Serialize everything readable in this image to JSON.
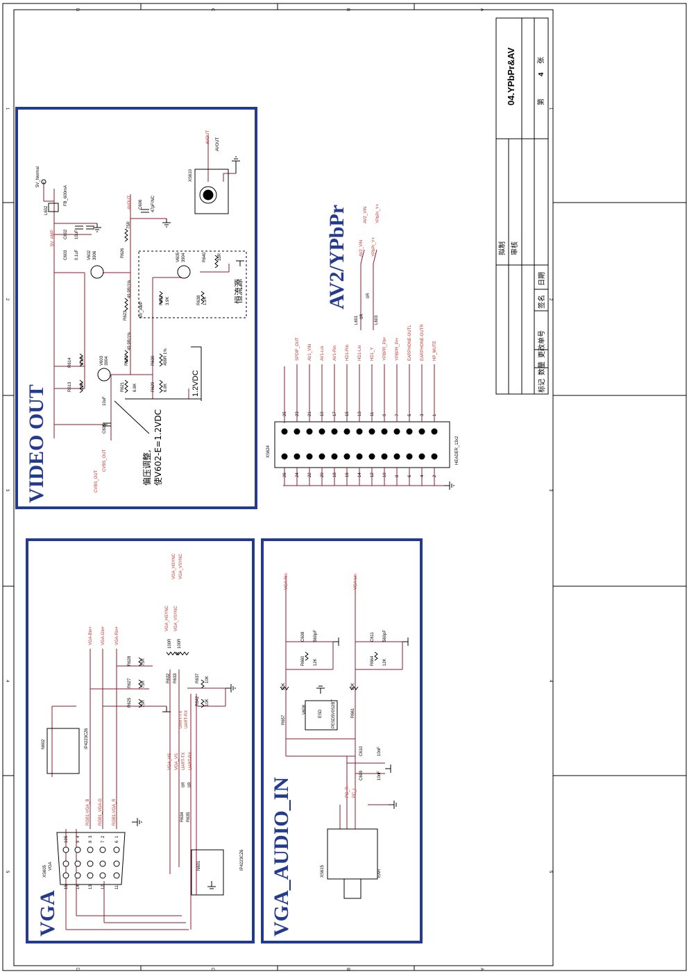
{
  "zones": {
    "rows": [
      "D",
      "C",
      "B",
      "A"
    ],
    "cols": [
      "1",
      "2",
      "3",
      "4",
      "5"
    ]
  },
  "sections": {
    "video_out": "VIDEO OUT",
    "av_ypbpr": "AV2/YPbPr",
    "vga": "VGA",
    "vga_audio_in": "VGA_AUDIO_IN"
  },
  "title_block": {
    "drawing_title": "04.YPbPr&AV",
    "sheet_no_prefix": "第",
    "sheet_no": "4",
    "sheet_no_suffix": "张",
    "row_labels": [
      "标记",
      "数量",
      "更改单号",
      "签名",
      "日期"
    ],
    "draft": "拟制",
    "review": "审核"
  },
  "video_out": {
    "supply": "5V_Normal",
    "l602": "L602",
    "l602_val": "FB_600mA",
    "amp_net": "5V_AMP",
    "c603": "C603",
    "c603_val": "0.1uF",
    "c602": "C602",
    "c602_val": "10uF",
    "v602": "V602",
    "v602_type": "3906",
    "r626": "R626",
    "r626_val": "75R",
    "avout_net": "AVOUT",
    "c606": "C606",
    "c606_val": "47pF/NC",
    "xs610": "XS610",
    "xs610_net": "AVOUT",
    "v605": "V605",
    "v605_type": "3904",
    "r640": "R640",
    "r640_val": "33R",
    "r631": "R631",
    "r631_val": "3.9K",
    "r638": "R638",
    "r638_val": "1.2K",
    "amp_net2": "5V_AMP",
    "const_current": "恒流源",
    "r623": "R623",
    "r623_val": "49.9R/1%",
    "r622": "R622",
    "r622_val": "49.9R/1%",
    "r614": "R614",
    "r614_val": "5.1K",
    "r613": "R613",
    "r613_val": "22K",
    "v603": "V603",
    "v603_type": "3904",
    "r621": "R621",
    "r621_val": "6.8K",
    "r630": "R630",
    "r630_val": "499R 1%",
    "r629": "R629",
    "r629_val": "6.8K",
    "c605": "C605",
    "c605_val": "10uF",
    "cvbs_net": "CVBS_OUT",
    "cvbs_port": "CVBS_OUT",
    "note_1_2vdc": "1.2VDC",
    "note_line1": "偏压调整,",
    "note_line2": "使V602-E=1.2VDC"
  },
  "header": {
    "ref": "XS624",
    "part": "HEADER_13x2",
    "odd_nets": [
      "HP_MUTE",
      "EARPHONE-OUTR",
      "EARPHONE-OUTL",
      "YPBPR_Pr+",
      "YPBPR_Pb+",
      "HD1_Y",
      "HD1-Lin",
      "HD1-Rin",
      "AV1-Rin",
      "AV1-Lin",
      "AV1_VIN",
      "SPDIF_OUT",
      ""
    ],
    "l601": "L601",
    "l601_val": "0R",
    "l603": "L603",
    "l603_val": "0R",
    "out_av2": "AV2_VIN",
    "out_ypbpr": "YPbPr_Y+",
    "in_av2": "AV2_VIN",
    "in_ypbpr": "YPbPr_Y+"
  },
  "vga": {
    "xs605": "XS605",
    "xs605_type": "VGA",
    "n602": "N602",
    "n602_part": "IP4223CZ6",
    "n601": "N601",
    "n601_part": "IP4223CZ6",
    "rgb_b": "RGB1-VGA_B",
    "rgb_g": "RGB1_VGA-G",
    "rgb_r": "RGB1-VGA_R",
    "vga_bin": "VGA-Bin+",
    "vga_gin": "VGA-Gin+",
    "vga_rin": "VGA-Rin+",
    "r625": "R625",
    "r625_val": "75R",
    "r627": "R627",
    "r627_val": "75R",
    "r628": "R628",
    "r628_val": "75R",
    "r632": "R632",
    "r632_val": "100R",
    "r633": "R633",
    "r633_val": "100R",
    "r637": "R637",
    "r637_val": "10K",
    "r642": "R642",
    "r642_val": "10K",
    "r634": "R634",
    "r634_val": "0R",
    "r635": "R635",
    "r635_val": "0R",
    "hs": "VGA_HS",
    "vs": "VGA_VS",
    "utx": "UART-TX",
    "urx": "UART-RX",
    "hsync": "VGA_HSYNC",
    "vsync": "VGA_VSYNC",
    "hsync_out": "VGA_HSYNC",
    "vsync_out": "VGA_VSYNC"
  },
  "audio": {
    "rin": "VGA-Rin",
    "lin": "VGA-Lin",
    "c608": "C608",
    "c608_val": "560pF",
    "c611": "C611",
    "c611_val": "560pF",
    "r660": "R660",
    "r660_val": "12K",
    "r664": "R664",
    "r664_val": "12K",
    "r657": "R657",
    "r657_val": "10K",
    "r661": "R661",
    "r661_val": "10K",
    "v608": "V608",
    "esd": "ESD",
    "v608_part": "PESD5V0S2BT",
    "c609": "C609",
    "c609_val": "10nF",
    "c610": "C610",
    "c610_val": "10nF",
    "pc_r": "PC_R",
    "pc_l": "PC_L",
    "xs615": "XS615",
    "ear": "EAR"
  },
  "colors": {
    "frame": "#233a8f",
    "wire": "#8b1a2b",
    "text_red": "#c0322c"
  }
}
